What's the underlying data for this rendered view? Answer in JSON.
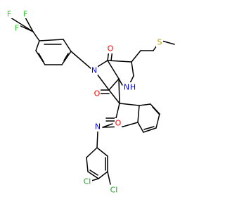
{
  "molecule": {
    "atom_labels": {
      "f1": "F",
      "f2": "F",
      "f3": "F",
      "s1": "S",
      "n_imide": "N",
      "o1": "O",
      "o2": "O",
      "nh": "N",
      "h_nh": "H",
      "o3": "O",
      "n_indole": "N",
      "cl1": "Cl",
      "cl2": "Cl"
    },
    "colors": {
      "bond": "#000000",
      "F": "#33cc33",
      "S": "#b3a000",
      "N": "#0000ff",
      "O": "#ff0000",
      "Cl": "#1fa01f"
    }
  }
}
